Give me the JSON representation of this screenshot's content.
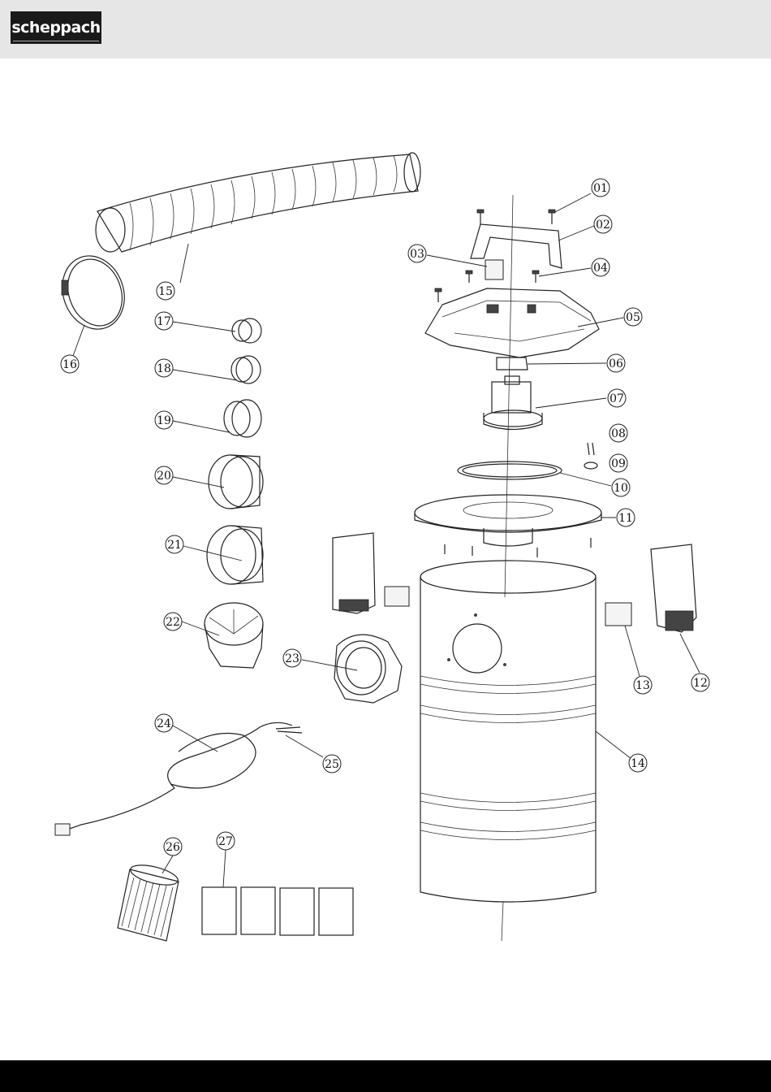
{
  "brand": {
    "logo_text": "scheppach"
  },
  "callouts": [
    "01",
    "02",
    "03",
    "04",
    "05",
    "06",
    "07",
    "08",
    "09",
    "10",
    "11",
    "12",
    "13",
    "14",
    "15",
    "16",
    "17",
    "18",
    "19",
    "20",
    "21",
    "22",
    "23",
    "24",
    "25",
    "26",
    "27"
  ]
}
